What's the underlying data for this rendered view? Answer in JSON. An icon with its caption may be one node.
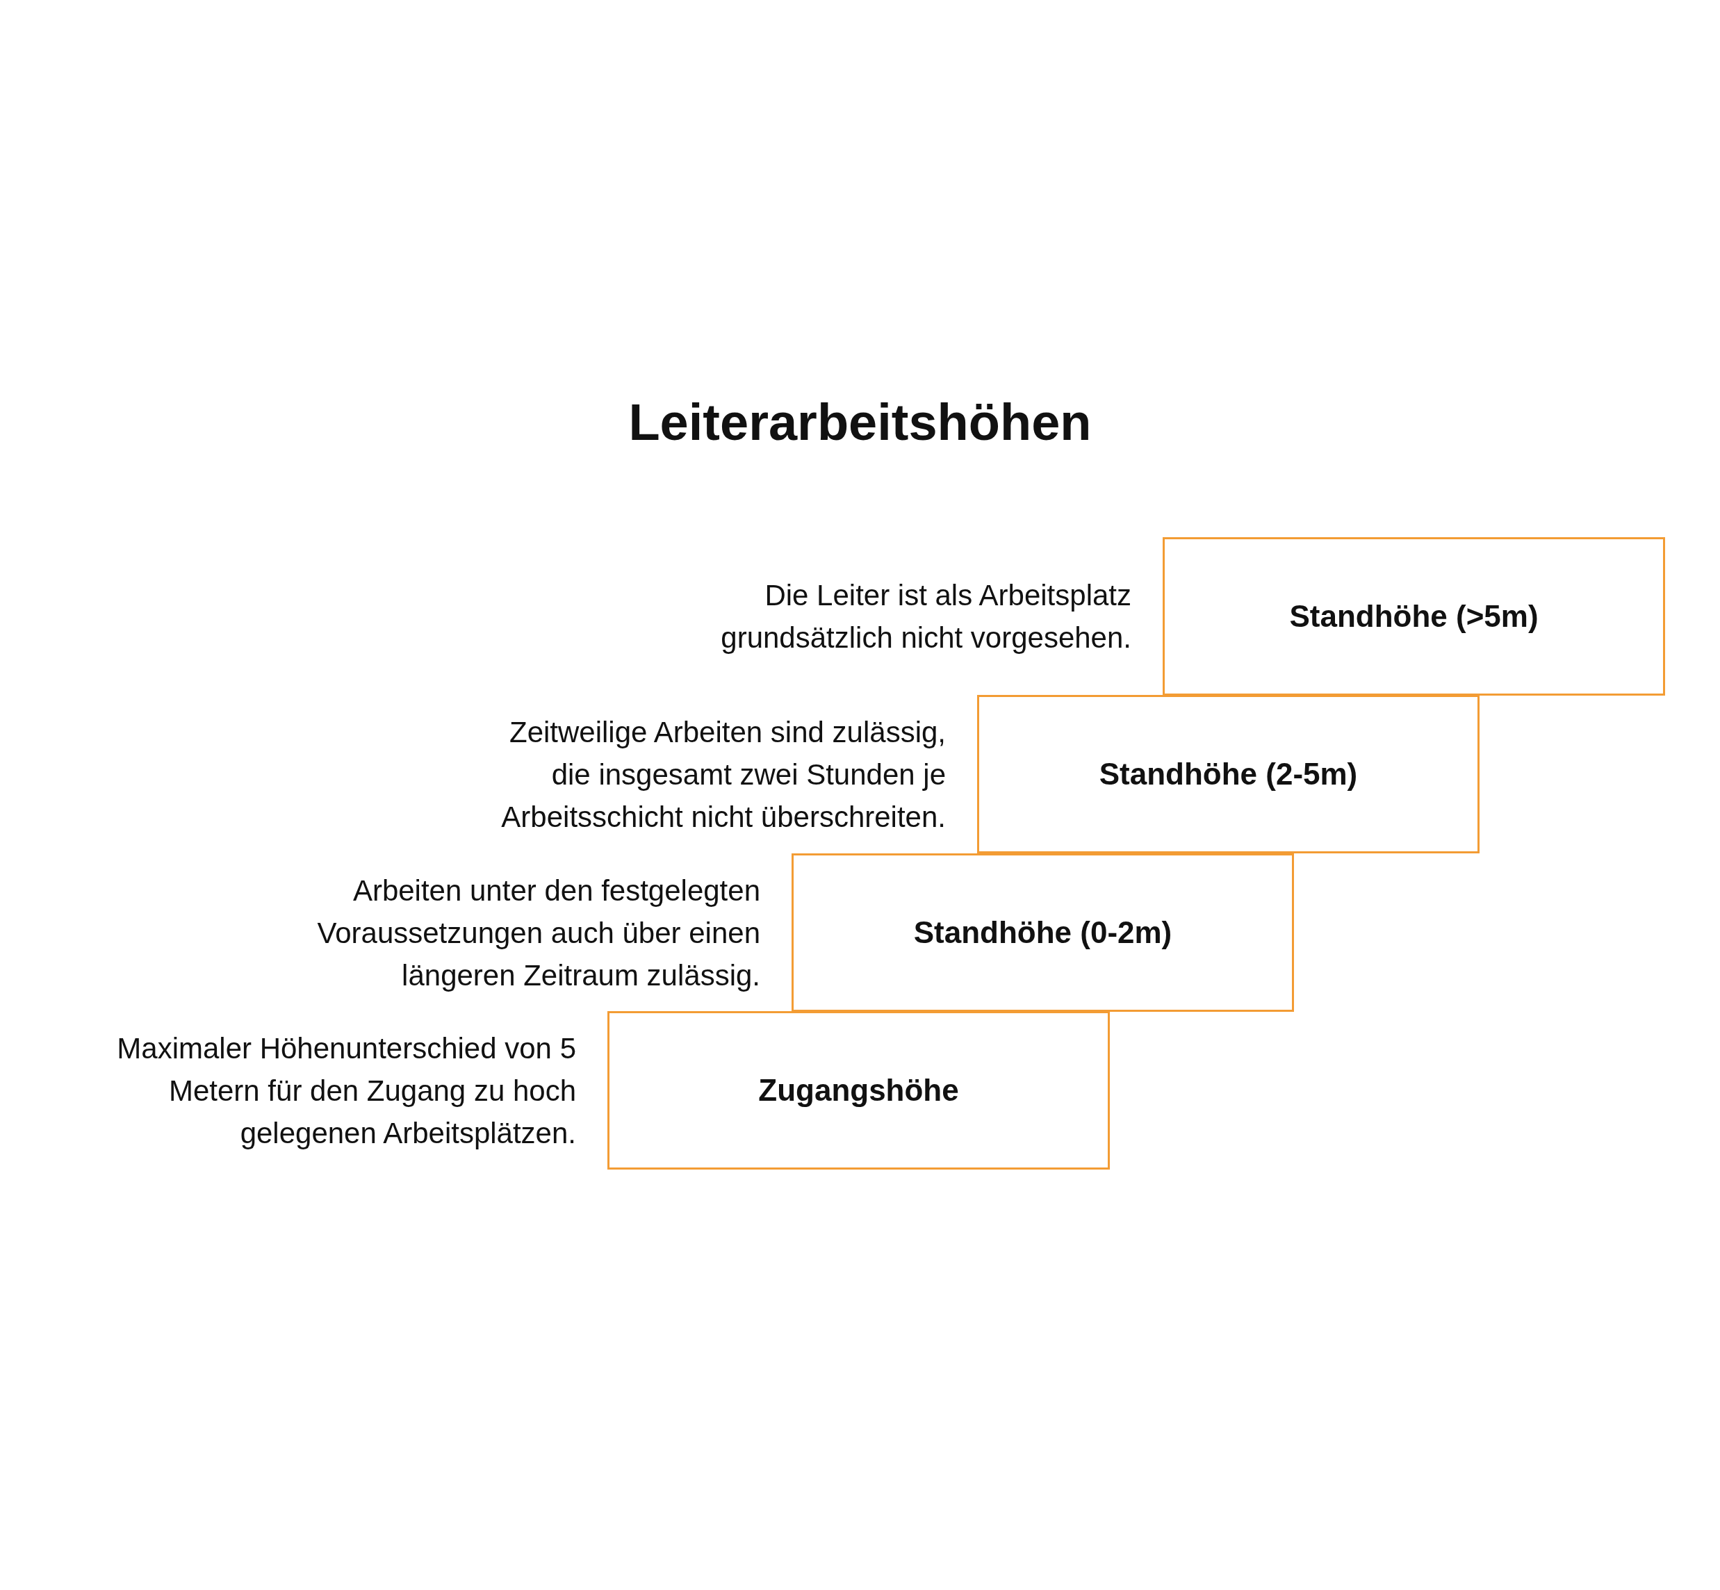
{
  "diagram": {
    "title": "Leiterarbeitshöhen",
    "nodes": [
      {
        "text": [
          "Standhöhe (>5m)"
        ],
        "beside": [
          "Die Leiter ist als Arbeitsplatz grundsätzlich nicht vorgesehen."
        ]
      },
      {
        "text": [
          "Standhöhe (2-5m)"
        ],
        "beside": [
          "Zeitweilige Arbeiten sind zulässig, die insgesamt zwei Stunden je Arbeitsschicht nicht überschreiten."
        ]
      },
      {
        "text": [
          "Standhöhe (0-2m)"
        ],
        "beside": [
          "Arbeiten unter den festgelegten Voraussetzungen auch über einen längeren Zeitraum zulässig."
        ]
      },
      {
        "text": [
          "Zugangshöhe"
        ],
        "beside": [
          "Maximaler Höhenunterschied von 5 Metern für den Zugang zu hoch gelegenen Arbeitsplätzen."
        ]
      }
    ]
  }
}
